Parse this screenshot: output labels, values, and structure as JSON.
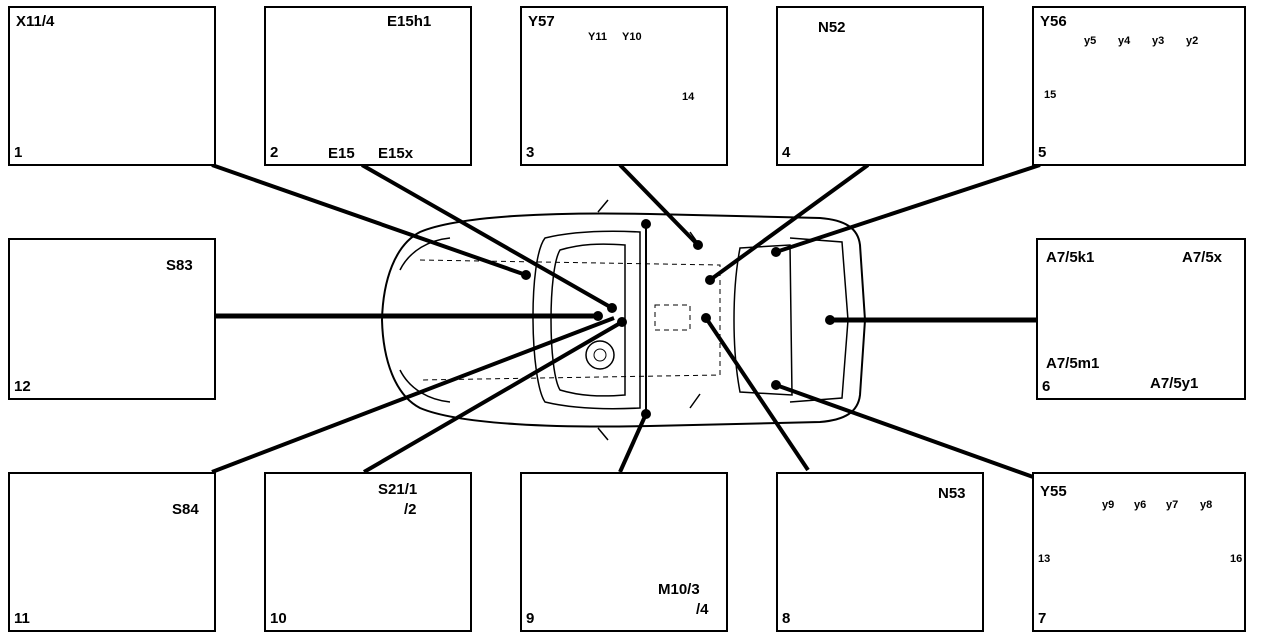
{
  "panels": {
    "p1": {
      "number": "1",
      "labels": [
        "X11/4"
      ]
    },
    "p2": {
      "number": "2",
      "labels": [
        "E15h1",
        "E15",
        "E15x"
      ]
    },
    "p3": {
      "number": "3",
      "labels": [
        "Y57",
        "Y11",
        "Y10",
        "14"
      ]
    },
    "p4": {
      "number": "4",
      "labels": [
        "N52"
      ]
    },
    "p5": {
      "number": "5",
      "labels": [
        "Y56",
        "y5",
        "y4",
        "y3",
        "y2",
        "15"
      ]
    },
    "p6": {
      "number": "6",
      "labels": [
        "A7/5k1",
        "A7/5x",
        "A7/5m1",
        "A7/5y1"
      ]
    },
    "p7": {
      "number": "7",
      "labels": [
        "Y55",
        "y9",
        "y6",
        "y7",
        "y8",
        "13",
        "16"
      ]
    },
    "p8": {
      "number": "8",
      "labels": [
        "N53"
      ]
    },
    "p9": {
      "number": "9",
      "labels": [
        "M10/3",
        "/4"
      ]
    },
    "p10": {
      "number": "10",
      "labels": [
        "S21/1",
        "/2"
      ]
    },
    "p11": {
      "number": "11",
      "labels": [
        "S84"
      ]
    },
    "p12": {
      "number": "12",
      "labels": [
        "S83"
      ]
    }
  }
}
